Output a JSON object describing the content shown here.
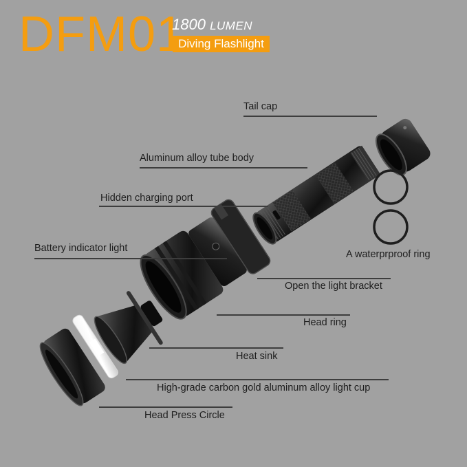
{
  "header": {
    "model": "DFM01",
    "lumen_value": "1800",
    "lumen_unit": "LUMEN",
    "badge": "Diving Flashlight"
  },
  "colors": {
    "background": "#a1a1a1",
    "accent": "#f49d10",
    "label_text": "#1d1d1d",
    "leader_line": "#3d3d3d"
  },
  "callouts": [
    {
      "id": "tail-cap",
      "label": "Tail cap"
    },
    {
      "id": "tube-body",
      "label": "Aluminum alloy tube body"
    },
    {
      "id": "charging-port",
      "label": "Hidden charging port"
    },
    {
      "id": "battery-indicator",
      "label": "Battery indicator light"
    },
    {
      "id": "waterproof-ring",
      "label": "A waterprproof ring"
    },
    {
      "id": "light-bracket",
      "label": "Open the light bracket"
    },
    {
      "id": "head-ring",
      "label": "Head ring"
    },
    {
      "id": "heat-sink",
      "label": "Heat sink"
    },
    {
      "id": "light-cup",
      "label": "High-grade carbon gold aluminum alloy light cup"
    },
    {
      "id": "head-press-circle",
      "label": "Head Press Circle"
    }
  ]
}
